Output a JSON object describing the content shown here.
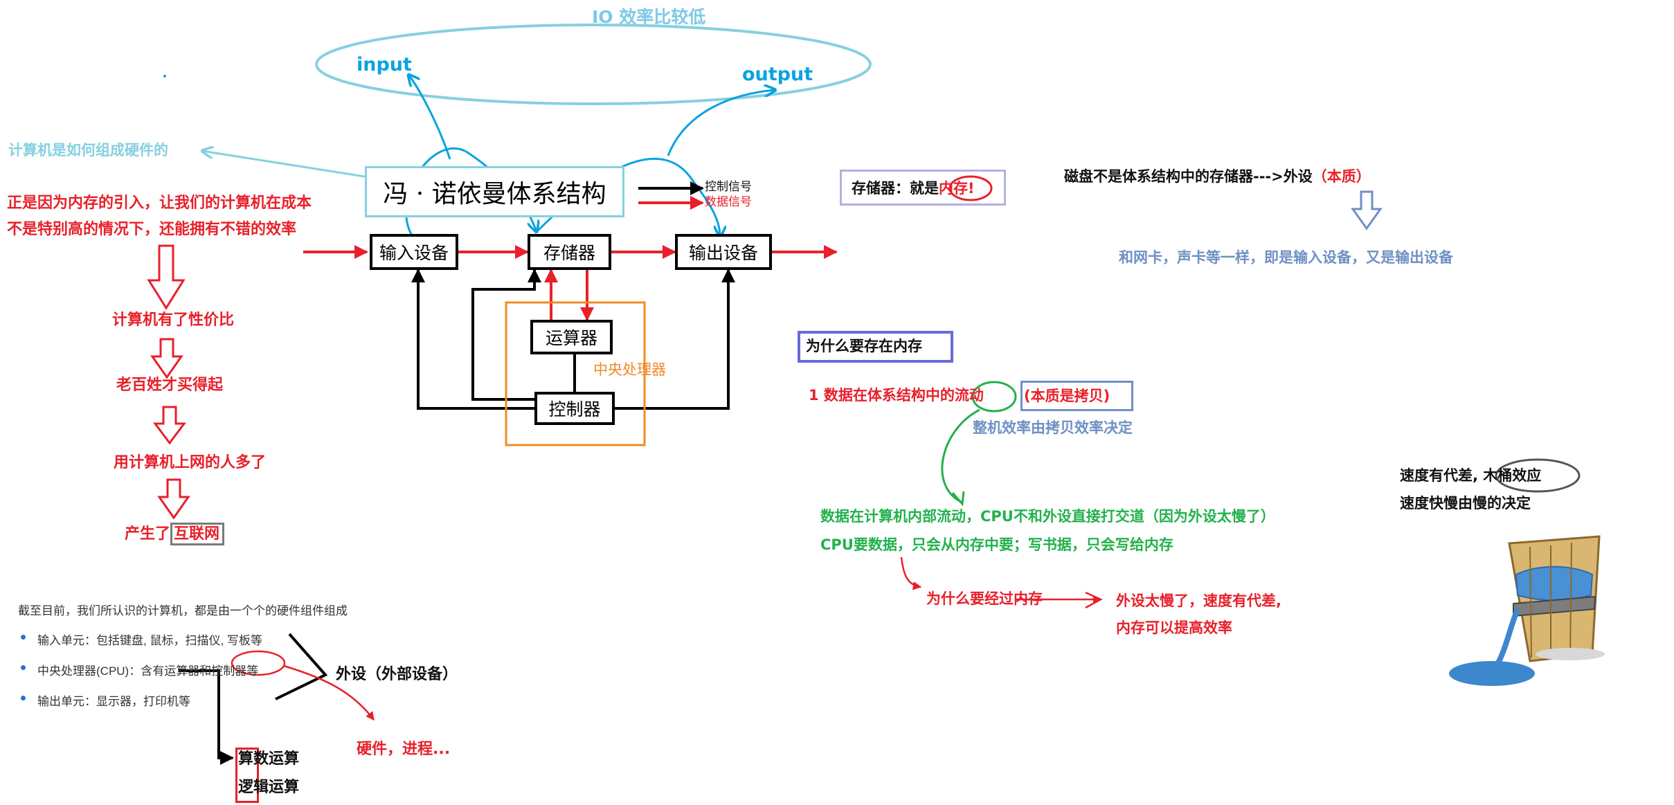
{
  "io": {
    "title": "IO  效率比较低",
    "input": "input",
    "output": "output"
  },
  "arch": {
    "title": "冯 · 诺依曼体系结构",
    "legend_control": "控制信号",
    "legend_data": "数据信号",
    "input_device": "输入设备",
    "memory": "存储器",
    "output_device": "输出设备",
    "alu": "运算器",
    "controller": "控制器",
    "cpu": "中央处理器"
  },
  "left": {
    "question": "计算机是如何组成硬件的",
    "reason_line1": "正是因为内存的引入，让我们的计算机在成本",
    "reason_line2": "不是特别高的情况下，还能拥有不错的效率",
    "step1": "计算机有了性价比",
    "step2": "老百姓才买得起",
    "step3": "用计算机上网的人多了",
    "step4_prefix": "产生了",
    "step4_word": "互联网"
  },
  "hardware": {
    "intro": "截至目前，我们所认识的计算机，都是由一个个的硬件组件组成",
    "items": [
      "输入单元：包括键盘, 鼠标，扫描仪, 写板等",
      "中央处理器(CPU)：含有运算器和控制器等",
      "输出单元：显示器，打印机等"
    ],
    "peripheral": "外设（外部设备）",
    "hw_process": "硬件，进程...",
    "arith": "算数运算",
    "logic": "逻辑运算"
  },
  "memory_notes": {
    "storage_prefix": "存储器：就是",
    "storage_word": "内存",
    "storage_suffix": "!",
    "disk": "磁盘不是体系结构中的存储器--->外设",
    "disk_essence": "（本质）",
    "nic": "和网卡，声卡等一样，即是输入设备，又是输出设备",
    "why_title": "为什么要存在内存",
    "flow_prefix": "1 数据在体系结构中的",
    "flow_word": "流动",
    "flow_essence": "(本质是拷贝)",
    "efficiency": "整机效率由拷贝效率决定",
    "green1": "数据在计算机内部流动，CPU不和外设直接打交道（因为外设太慢了）",
    "green2": "CPU要数据，只会从内存中要；写书据，只会写给内存",
    "why_pass": "为什么要经过内存",
    "slow1": "外设太慢了，速度有代差,",
    "slow2": "内存可以提高效率"
  },
  "bucket": {
    "line1_prefix": "速度有代差,",
    "line1_word": "木桶效应",
    "line2": "速度快慢由慢的决定"
  },
  "colors": {
    "red": "#e8202a",
    "cyan": "#0aa3e0",
    "light_blue": "#86d0e0",
    "steel_blue": "#6f8fc4",
    "green": "#22b14c",
    "orange": "#f08a24",
    "lavender": "#b3b0e0",
    "navy_box": "#6a6ad8",
    "grey": "#7a7a7a"
  }
}
